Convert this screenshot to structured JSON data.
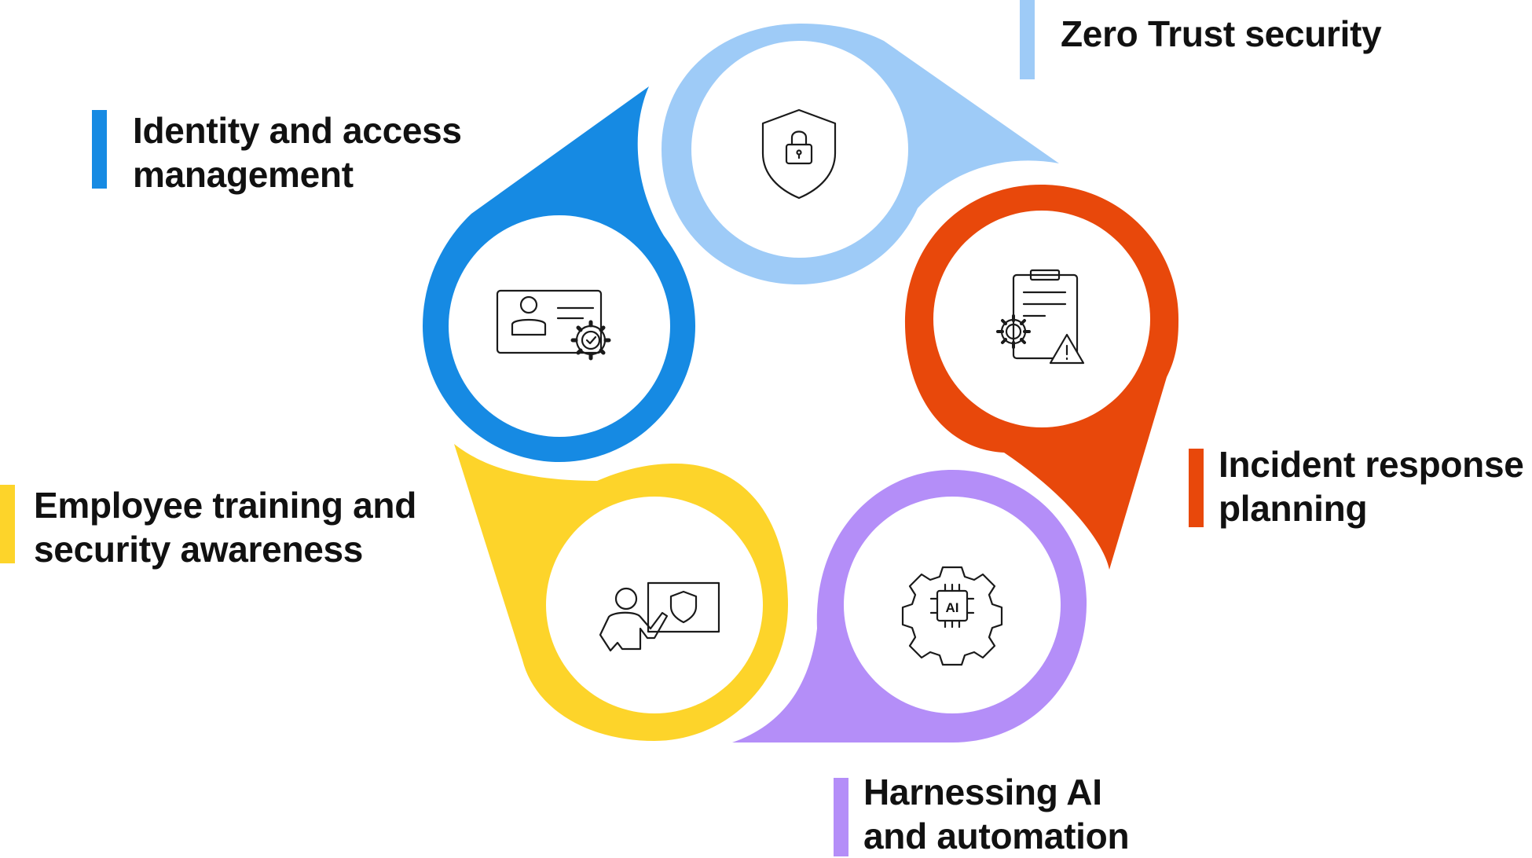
{
  "colors": {
    "zero_trust": "#9ECBF7",
    "incident": "#E8480B",
    "ai": "#B48EF8",
    "training": "#FDD42A",
    "identity": "#168AE3",
    "icon_stroke": "#1a1a1a"
  },
  "segments": [
    {
      "id": "zero-trust",
      "color_key": "zero_trust",
      "icon": "shield-lock-icon"
    },
    {
      "id": "incident-response",
      "color_key": "incident",
      "icon": "clipboard-warning-icon"
    },
    {
      "id": "ai-automation",
      "color_key": "ai",
      "icon": "ai-chip-gear-icon"
    },
    {
      "id": "employee-training",
      "color_key": "training",
      "icon": "presenter-shield-icon"
    },
    {
      "id": "identity-access",
      "color_key": "identity",
      "icon": "id-card-gear-icon"
    }
  ],
  "labels": {
    "zero_trust": {
      "line1": "Zero Trust security"
    },
    "identity": {
      "line1": "Identity and access",
      "line2": "management"
    },
    "training": {
      "line1": "Employee training and",
      "line2": "security awareness"
    },
    "incident": {
      "line1": "Incident response",
      "line2": "planning"
    },
    "ai": {
      "line1": "Harnessing AI",
      "line2": "and automation"
    }
  },
  "ai_chip_text": "AI"
}
